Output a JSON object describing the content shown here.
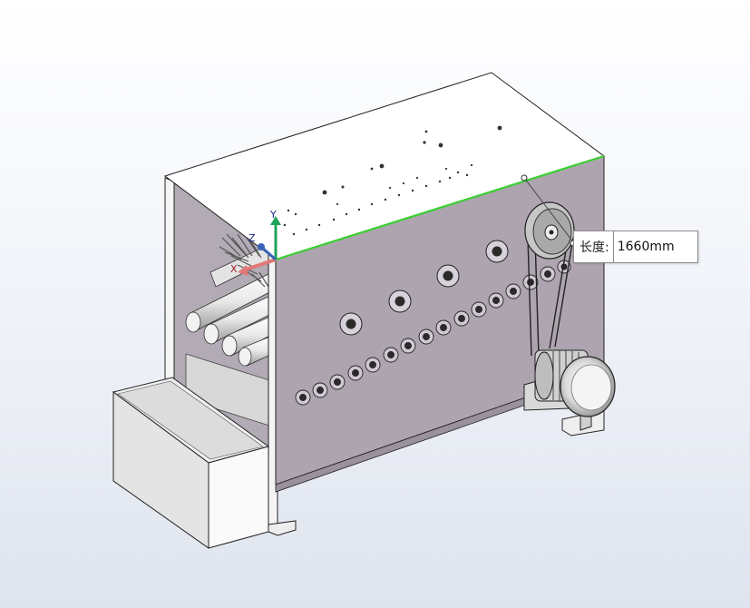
{
  "dimension": {
    "label": "长度:",
    "value": "1660mm"
  },
  "triad": {
    "y_axis": "Y",
    "x_axis": "X",
    "z_axis": "Z"
  },
  "colors": {
    "selected_edge": "#39d030",
    "panel": "#ada4b0",
    "top": "#ffffff",
    "hopper": "#e6e6e6"
  },
  "icons": {
    "triad": "coordinate-triad-icon",
    "dimension_grip": "dimension-grip-icon"
  }
}
